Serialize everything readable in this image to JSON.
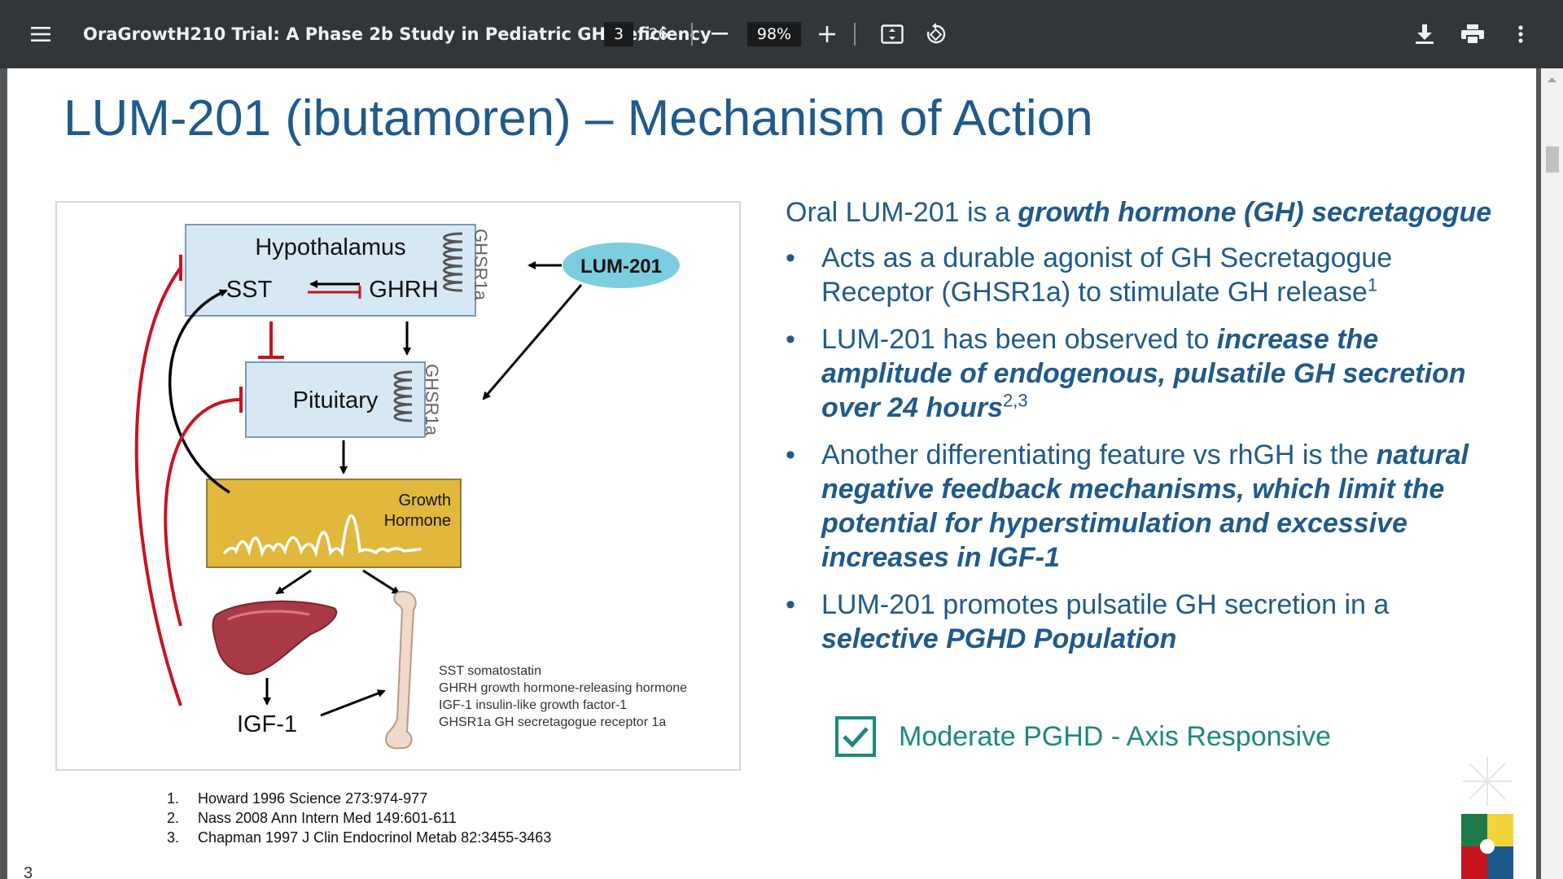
{
  "toolbar": {
    "menu_icon": "hamburger-menu-icon",
    "title": "OraGrowtH210 Trial: A Phase 2b Study in Pediatric GH Deficiency",
    "page_current": "3",
    "page_total": "/ 26",
    "zoom": "98%",
    "icons": [
      "zoom-out-icon",
      "zoom-in-icon",
      "fit-page-icon",
      "rotate-icon",
      "download-icon",
      "print-icon",
      "more-options-icon"
    ]
  },
  "slide": {
    "title": "LUM-201 (ibutamoren) – Mechanism of Action",
    "intro_plain": "Oral LUM-201 is a ",
    "intro_bold": "growth hormone (GH) secretagogue",
    "bullets": [
      {
        "plain": "Acts as a durable agonist of GH Secretagogue Receptor (GHSR1a) to stimulate GH release",
        "bold": "",
        "sup": "1"
      },
      {
        "plain": "LUM-201 has been observed to ",
        "bold": "increase the amplitude of endogenous, pulsatile GH secretion over 24 hours",
        "sup": "2,3"
      },
      {
        "plain": "Another differentiating feature vs rhGH is the ",
        "bold": "natural negative feedback mechanisms, which limit the potential for hyperstimulation and excessive increases in IGF-1",
        "sup": ""
      },
      {
        "plain": "LUM-201 promotes pulsatile GH secretion in a ",
        "bold": "selective PGHD Population",
        "sup": ""
      }
    ],
    "bullet_marker": "•",
    "checkbox_label": "Moderate PGHD - Axis Responsive",
    "references": [
      {
        "n": "1.",
        "text": "Howard 1996 Science 273:974-977"
      },
      {
        "n": "2.",
        "text": "Nass 2008 Ann Intern Med 149:601-611"
      },
      {
        "n": "3.",
        "text": "Chapman 1997 J Clin Endocrinol Metab 82:3455-3463"
      }
    ],
    "page_number": "3"
  },
  "diagram": {
    "hypothalamus": "Hypothalamus",
    "sst": "SST",
    "ghrh": "GHRH",
    "receptor": "GHSR1a",
    "drug": "LUM-201",
    "pituitary": "Pituitary",
    "growth": "Growth",
    "hormone": "Hormone",
    "igf": "IGF-1",
    "legend": [
      "SST somatostatin",
      "GHRH growth hormone-releasing hormone",
      "IGF-1 insulin-like growth factor-1",
      "GHSR1a GH secretagogue receptor 1a"
    ],
    "colors": {
      "box_fill": "#d7e8f5",
      "gh_box": "#e2b83c",
      "drug_oval": "#7ccde0",
      "inhibit": "#c8141e"
    }
  }
}
